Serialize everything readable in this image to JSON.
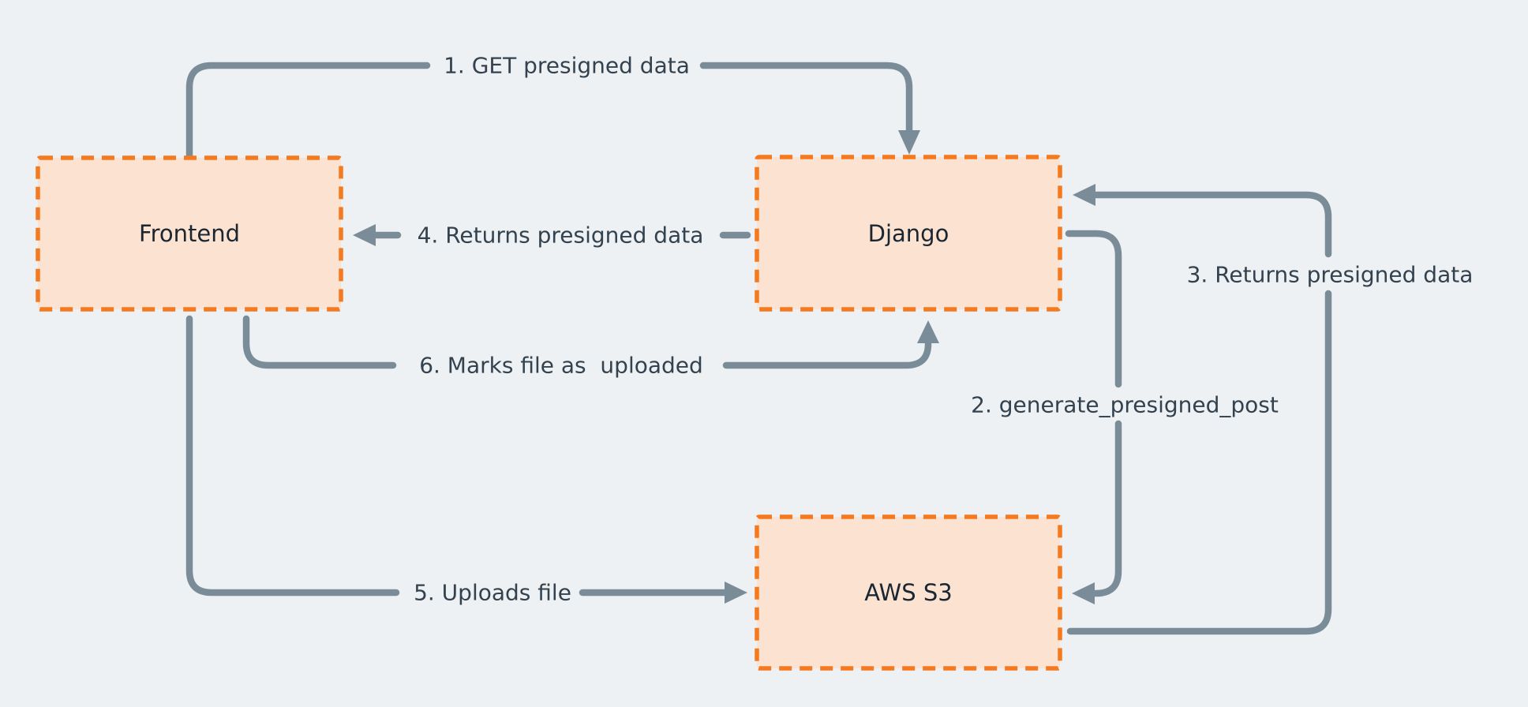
{
  "diagram": {
    "type": "flow-diagram",
    "nodes": [
      {
        "id": "frontend",
        "label": "Frontend"
      },
      {
        "id": "django",
        "label": "Django"
      },
      {
        "id": "aws_s3",
        "label": "AWS S3"
      }
    ],
    "edges": [
      {
        "step": "1",
        "label": "1. GET presigned data",
        "from": "Frontend",
        "to": "Django"
      },
      {
        "step": "2",
        "label": "2. generate_presigned_post",
        "from": "Django",
        "to": "AWS S3"
      },
      {
        "step": "3",
        "label": "3. Returns presigned data",
        "from": "AWS S3",
        "to": "Django"
      },
      {
        "step": "4",
        "label": "4. Returns presigned data",
        "from": "Django",
        "to": "Frontend"
      },
      {
        "step": "5",
        "label": "5. Uploads file",
        "from": "Frontend",
        "to": "AWS S3"
      },
      {
        "step": "6",
        "label": "6. Marks file as  uploaded",
        "from": "Frontend",
        "to": "Django"
      }
    ],
    "colors": {
      "background": "#edf1f4",
      "node_fill": "#fce2d0",
      "node_border": "#f5791e",
      "arrow": "#7b8c99",
      "edge_label_text": "#33424e",
      "node_label_text": "#1a2632"
    }
  }
}
